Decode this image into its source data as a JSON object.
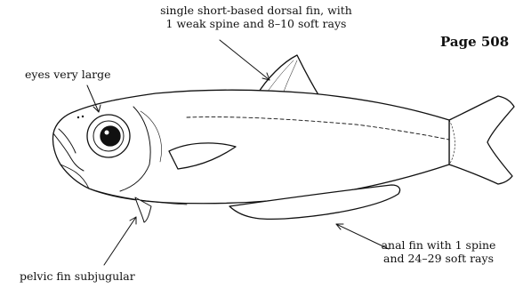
{
  "page_label": "Page 508",
  "annotations": {
    "dorsal_fin": {
      "line1": "single short-based dorsal fin, with",
      "line2": "1 weak spine and 8–10 soft rays"
    },
    "eyes": {
      "line1": "eyes very large"
    },
    "anal_fin": {
      "line1": "anal fin with 1 spine",
      "line2": "and 24–29 soft rays"
    },
    "pelvic_fin": {
      "line1": "pelvic fin subjugular"
    }
  },
  "colors": {
    "ink": "#111111",
    "background": "#ffffff"
  }
}
